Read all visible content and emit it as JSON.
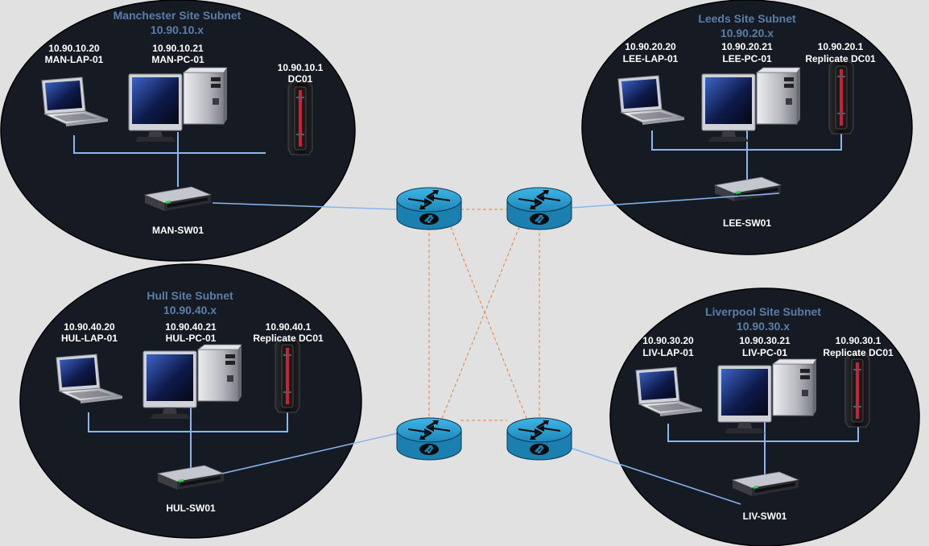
{
  "sites": {
    "manchester": {
      "title": "Manchester Site Subnet",
      "subnet": "10.90.10.x",
      "laptop": {
        "ip": "10.90.10.20",
        "name": "MAN-LAP-01"
      },
      "pc": {
        "ip": "10.90.10.21",
        "name": "MAN-PC-01"
      },
      "server": {
        "ip": "10.90.10.1",
        "name": "DC01"
      },
      "switch": {
        "name": "MAN-SW01"
      }
    },
    "leeds": {
      "title": "Leeds Site Subnet",
      "subnet": "10.90.20.x",
      "laptop": {
        "ip": "10.90.20.20",
        "name": "LEE-LAP-01"
      },
      "pc": {
        "ip": "10.90.20.21",
        "name": "LEE-PC-01"
      },
      "server": {
        "ip": "10.90.20.1",
        "name": "Replicate DC01"
      },
      "switch": {
        "name": "LEE-SW01"
      }
    },
    "hull": {
      "title": "Hull Site Subnet",
      "subnet": "10.90.40.x",
      "laptop": {
        "ip": "10.90.40.20",
        "name": "HUL-LAP-01"
      },
      "pc": {
        "ip": "10.90.40.21",
        "name": "HUL-PC-01"
      },
      "server": {
        "ip": "10.90.40.1",
        "name": "Replicate DC01"
      },
      "switch": {
        "name": "HUL-SW01"
      }
    },
    "liverpool": {
      "title": "Liverpool Site Subnet",
      "subnet": "10.90.30.x",
      "laptop": {
        "ip": "10.90.30.20",
        "name": "LIV-LAP-01"
      },
      "pc": {
        "ip": "10.90.30.21",
        "name": "LIV-PC-01"
      },
      "server": {
        "ip": "10.90.30.1",
        "name": "Replicate DC01"
      },
      "switch": {
        "name": "LIV-SW01"
      }
    }
  },
  "colors": {
    "background": "#e1e1e1",
    "site_fill": "#161b23",
    "site_title": "#5a7ea8",
    "link": "#8ab6f0",
    "wan_mesh": "#e8823c",
    "router": "#2ea7d8"
  },
  "icons": {
    "laptop": "laptop-icon",
    "pc": "desktop-pc-icon",
    "server": "server-icon",
    "switch": "network-switch-icon",
    "router": "router-icon"
  }
}
